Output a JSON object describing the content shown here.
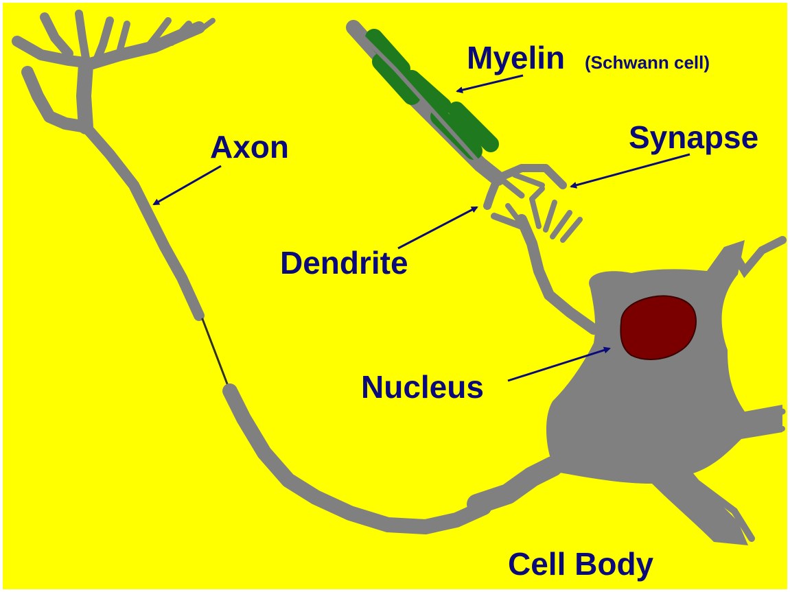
{
  "diagram": {
    "labels": {
      "myelin": "Myelin",
      "schwann": "(Schwann cell)",
      "axon": "Axon",
      "synapse": "Synapse",
      "dendrite": "Dendrite",
      "nucleus": "Nucleus",
      "cell_body": "Cell Body"
    },
    "colors": {
      "background": "#ffff00",
      "neuron": "#808080",
      "myelin": "#1f7a1f",
      "nucleus": "#7a0000",
      "label": "#0a0a7a",
      "arrow": "#0a0a7a"
    }
  }
}
